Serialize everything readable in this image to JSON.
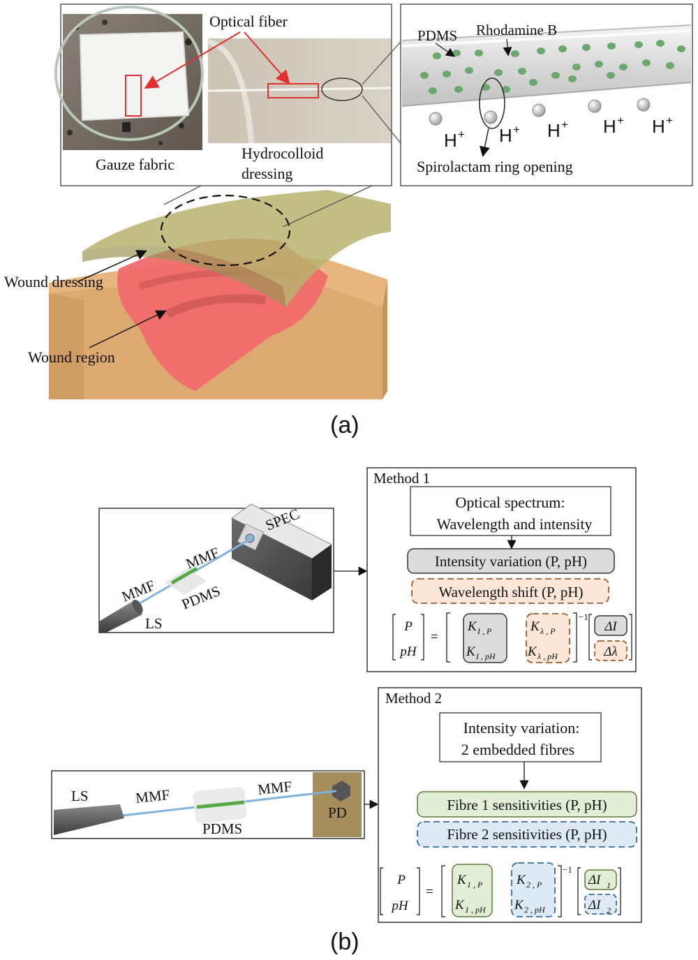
{
  "panel_a": {
    "caption": "(a)",
    "photo_left_label": "Gauze fabric",
    "photo_mid_label_1": "Hydrocolloid",
    "photo_mid_label_2": "dressing",
    "optical_fiber_label": "Optical fiber",
    "pdms_label": "PDMS",
    "rhodamine_label": "Rhodamine B",
    "h_plus": "H",
    "h_plus_sup": "+",
    "ring_label": "Spirolactam ring opening",
    "wound_dressing_label": "Wound dressing",
    "wound_region_label": "Wound region"
  },
  "panel_b": {
    "caption": "(b)",
    "setup1": {
      "spec": "SPEC",
      "mmf_left": "MMF",
      "mmf_right": "MMF",
      "pdms": "PDMS",
      "ls": "LS"
    },
    "method1": {
      "title": "Method 1",
      "box_line1": "Optical spectrum:",
      "box_line2": "Wavelength and intensity",
      "intensity": "Intensity variation (P, pH)",
      "wavelength": "Wavelength shift (P, pH)",
      "lhs_1": "P",
      "lhs_2": "pH",
      "k1_top": "K",
      "k1_top_sub": "I , P",
      "k1_bot": "K",
      "k1_bot_sub": "I , pH",
      "k2_top": "K",
      "k2_top_sub": "λ , P",
      "k2_bot": "K",
      "k2_bot_sub": "λ , pH",
      "inv": "−1",
      "d_top": "ΔI",
      "d_bot": "Δλ"
    },
    "setup2": {
      "ls": "LS",
      "mmf_left": "MMF",
      "mmf_right": "MMF",
      "pdms": "PDMS",
      "pd": "PD"
    },
    "method2": {
      "title": "Method 2",
      "box_line1": "Intensity variation:",
      "box_line2": "2 embedded fibres",
      "fibre1": "Fibre 1 sensitivities (P, pH)",
      "fibre2": "Fibre 2 sensitivities (P, pH)",
      "lhs_1": "P",
      "lhs_2": "pH",
      "k1_top": "K",
      "k1_top_sub": "1 , P",
      "k1_bot": "K",
      "k1_bot_sub": "1 , pH",
      "k2_top": "K",
      "k2_top_sub": "2 , P",
      "k2_bot": "K",
      "k2_bot_sub": "2 , pH",
      "inv": "−1",
      "d_top": "ΔI",
      "d_top_sub": "1",
      "d_bot": "ΔI",
      "d_bot_sub": "2"
    }
  }
}
